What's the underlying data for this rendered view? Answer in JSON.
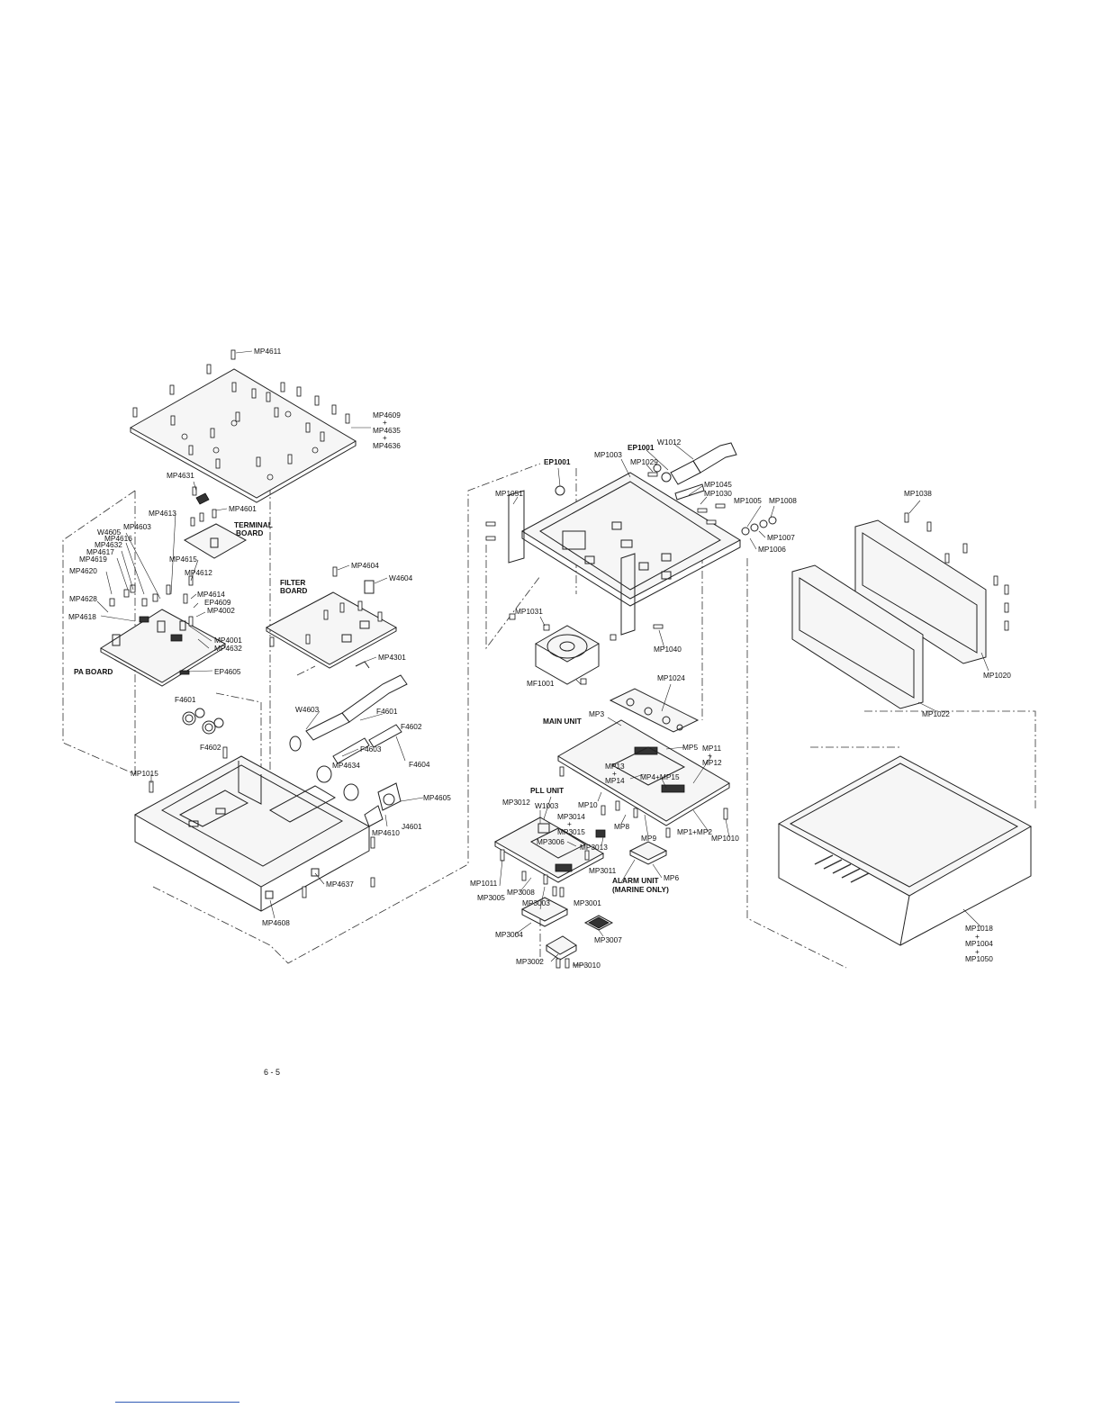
{
  "page": {
    "number": "6 - 5"
  },
  "labels": {
    "mp4611": "MP4611",
    "mp4609": "MP4609",
    "mp4635": "MP4635",
    "mp4636": "MP4636",
    "plus": "+",
    "mp4631": "MP4631",
    "mp4601": "MP4601",
    "terminal_board_1": "TERMINAL",
    "terminal_board_2": "BOARD",
    "mp4613": "MP4613",
    "w4605": "W4605",
    "mp4603": "MP4603",
    "mp4616": "MP4616",
    "mp4632": "MP4632",
    "mp4617": "MP4617",
    "mp4619": "MP4619",
    "mp4620": "MP4620",
    "mp4615": "MP4615",
    "mp4612": "MP4612",
    "mp4628": "MP4628",
    "mp4614": "MP4614",
    "ep4609": "EP4609",
    "mp4002": "MP4002",
    "mp4618": "MP4618",
    "mp4001": "MP4001",
    "mp4632b": "MP4632",
    "pa_board": "PA BOARD",
    "ep4605": "EP4605",
    "mp4604": "MP4604",
    "w4604": "W4604",
    "filter_board_1": "FILTER",
    "filter_board_2": "BOARD",
    "mp4301": "MP4301",
    "f4601a": "F4601",
    "f4602a": "F4602",
    "w4603": "W4603",
    "f4601b": "F4601",
    "f4602b": "F4602",
    "f4603": "F4603",
    "f4604": "F4604",
    "mp4634": "MP4634",
    "mp4605": "MP4605",
    "j4601": "J4601",
    "mp4610": "MP4610",
    "mp1015": "MP1015",
    "mp4637": "MP4637",
    "mp4608": "MP4608",
    "ep1001a": "EP1001",
    "ep1001b": "EP1001",
    "w1012": "W1012",
    "mp1003": "MP1003",
    "mp1029": "MP1029",
    "mp1051": "MP1051",
    "mp1045": "MP1045",
    "mp1030": "MP1030",
    "mp1005": "MP1005",
    "mp1008": "MP1008",
    "mp1007": "MP1007",
    "mp1006": "MP1006",
    "mp1038": "MP1038",
    "mp1031": "MP1031",
    "mp1040": "MP1040",
    "mf1001": "MF1001",
    "mp1024": "MP1024",
    "main_unit": "MAIN UNIT",
    "mp3": "MP3",
    "mp5": "MP5",
    "mp11": "MP11",
    "mp12": "MP12",
    "mp13": "MP13",
    "mp14": "MP14",
    "mp4_mp15": "MP4+MP15",
    "pll_unit": "PLL UNIT",
    "mp3012": "MP3012",
    "w1003": "W1003",
    "mp3014": "MP3014",
    "mp3015": "MP3015",
    "mp10": "MP10",
    "mp8": "MP8",
    "mp9": "MP9",
    "mp1_mp2": "MP1+MP2",
    "mp1010": "MP1010",
    "mp3006": "MP3006",
    "mp3013": "MP3013",
    "mp3011": "MP3011",
    "mp6": "MP6",
    "alarm_unit_1": "ALARM UNIT",
    "alarm_unit_2": "(MARINE ONLY)",
    "mp1011": "MP1011",
    "mp3005": "MP3005",
    "mp3008": "MP3008",
    "mp3003": "MP3003",
    "mp3001": "MP3001",
    "mp3004": "MP3004",
    "mp3007": "MP3007",
    "mp3002": "MP3002",
    "mp3010": "MP3010",
    "mp1020": "MP1020",
    "mp1022": "MP1022",
    "mp1018": "MP1018",
    "mp1004": "MP1004",
    "mp1050": "MP1050"
  }
}
